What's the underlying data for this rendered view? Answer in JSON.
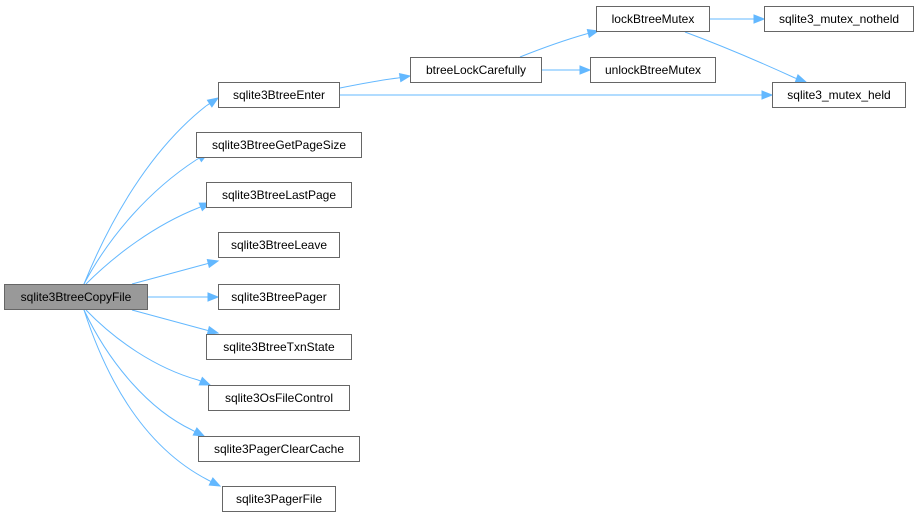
{
  "nodes": {
    "copyfile": "sqlite3BtreeCopyFile",
    "enter": "sqlite3BtreeEnter",
    "getpagesize": "sqlite3BtreeGetPageSize",
    "lastpage": "sqlite3BtreeLastPage",
    "leave": "sqlite3BtreeLeave",
    "pager": "sqlite3BtreePager",
    "txnstate": "sqlite3BtreeTxnState",
    "osfilecontrol": "sqlite3OsFileControl",
    "clearcache": "sqlite3PagerClearCache",
    "pagerfile": "sqlite3PagerFile",
    "lockcarefully": "btreeLockCarefully",
    "lockmutex": "lockBtreeMutex",
    "unlockmutex": "unlockBtreeMutex",
    "notheld": "sqlite3_mutex_notheld",
    "held": "sqlite3_mutex_held"
  },
  "colors": {
    "edge": "#63b8ff",
    "node_border": "#666666",
    "root_fill": "#999999",
    "node_fill": "#ffffff"
  }
}
